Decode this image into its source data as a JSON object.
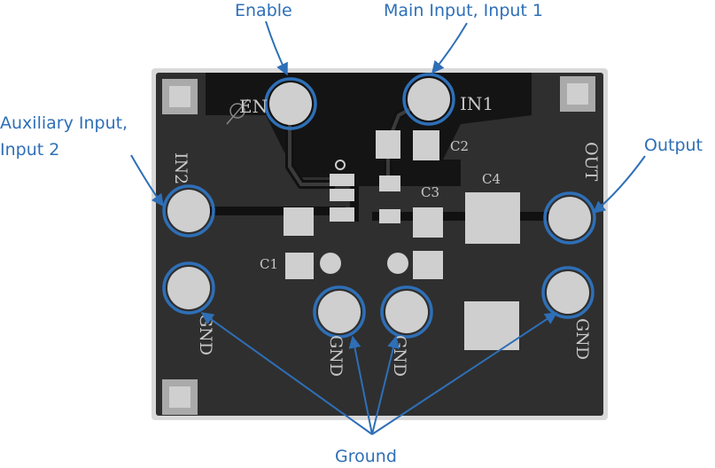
{
  "callouts": {
    "enable": "Enable",
    "main_input": "Main Input, Input 1",
    "aux_input_line1": "Auxiliary Input,",
    "aux_input_line2": "Input 2",
    "output": "Output",
    "ground": "Ground"
  },
  "silkscreen": {
    "en": "EN",
    "in1": "IN1",
    "in2": "IN2",
    "out": "OUT",
    "gnd": "GND",
    "c1": "C1",
    "c2": "C2",
    "c3": "C3",
    "c4": "C4"
  },
  "colors": {
    "callout": "#2e6fb7",
    "board": "#2f2f2f",
    "copper": "#1a1a1a",
    "pad": "#cfcfcf"
  }
}
